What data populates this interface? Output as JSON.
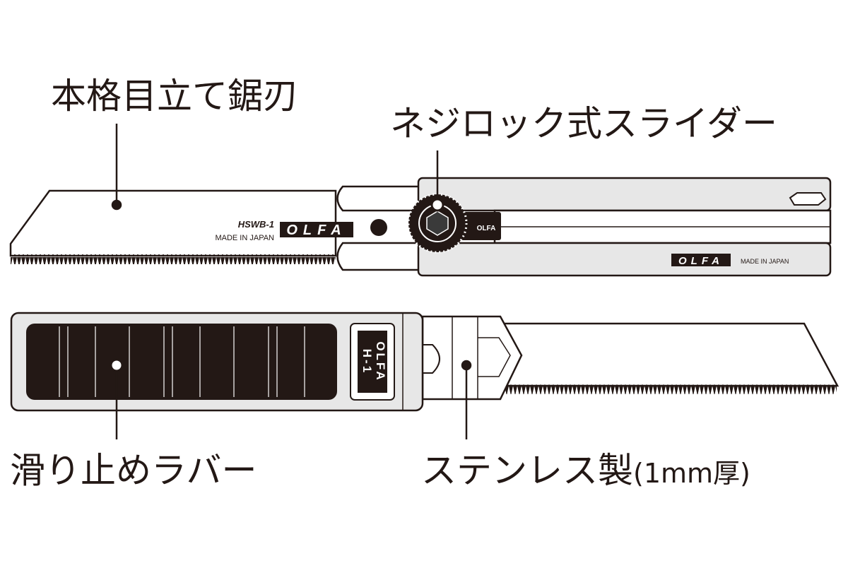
{
  "callouts": {
    "blade_type": "本格目立て鋸刃",
    "slider": "ネジロック式スライダー",
    "rubber": "滑り止めラバー",
    "steel_main": "ステンレス製",
    "steel_thickness": "(1mm厚)"
  },
  "upper_tool": {
    "blade_model": "HSWB-1",
    "blade_origin": "MADE IN JAPAN",
    "blade_brand": "OLFA",
    "tab_brand": "OLFA",
    "handle_brand": "OLFA",
    "handle_origin": "MADE IN JAPAN"
  },
  "lower_tool": {
    "badge_brand": "OLFA",
    "badge_model": "H-1"
  },
  "colors": {
    "ink": "#231815",
    "metal": "#e7e7e7",
    "rubber": "#231815",
    "background": "#ffffff"
  }
}
